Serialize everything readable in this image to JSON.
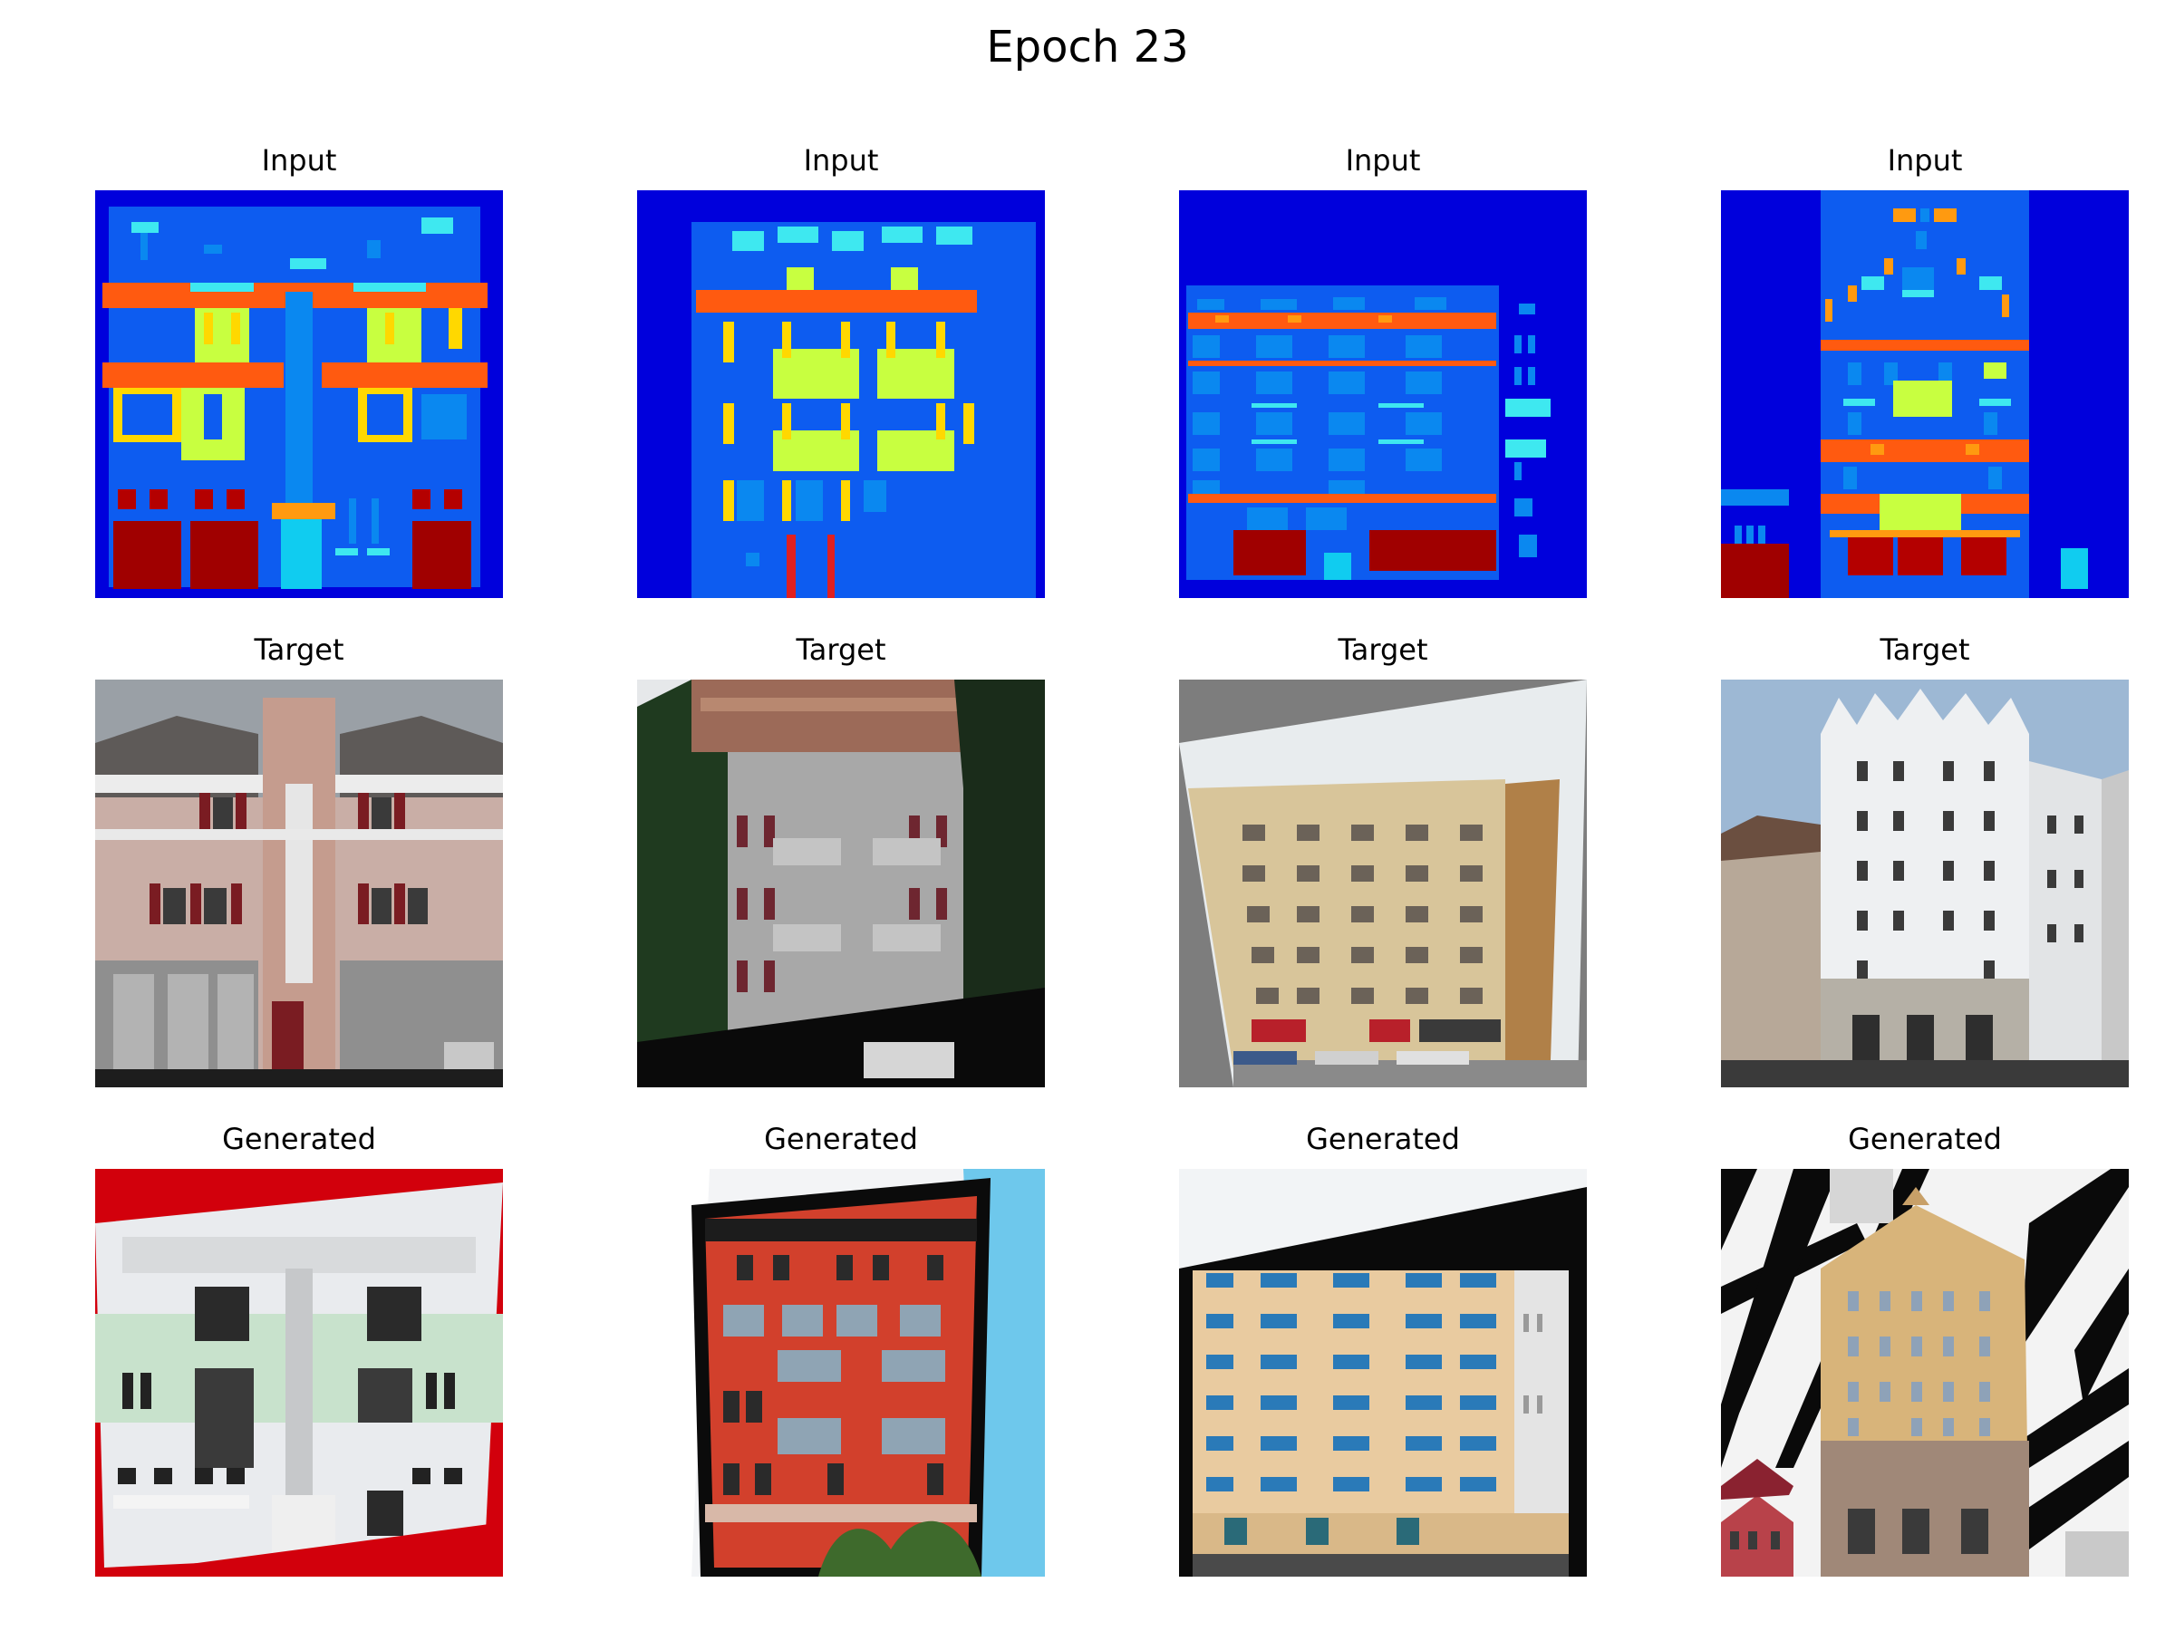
{
  "figure": {
    "title": "Epoch 23"
  },
  "rows": [
    {
      "label": "Input"
    },
    {
      "label": "Target"
    },
    {
      "label": "Generated"
    }
  ],
  "columns": 4
}
